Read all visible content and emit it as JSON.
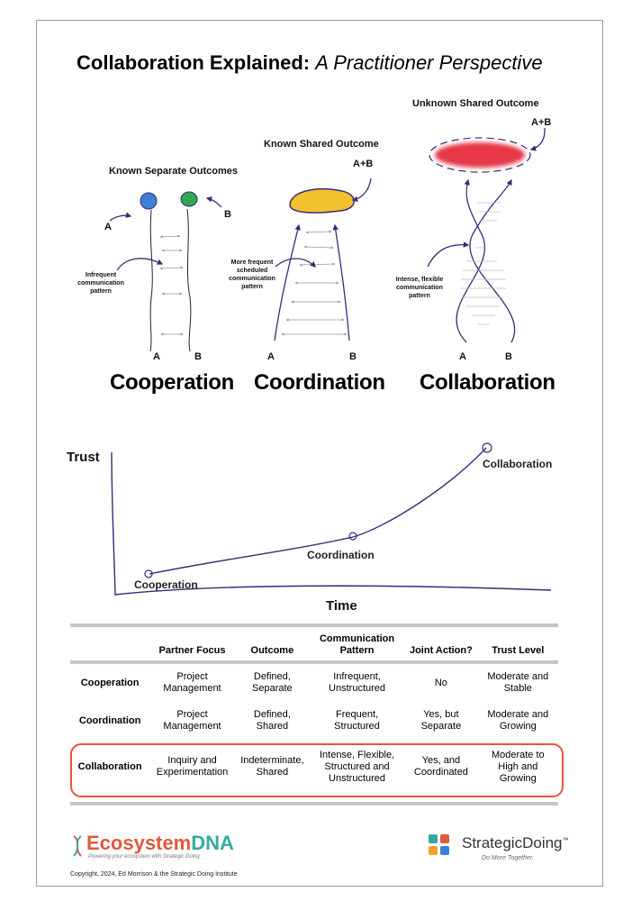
{
  "title": {
    "bold": "Collaboration Explained:",
    "italic": "A Practitioner Perspective"
  },
  "cooperation_sketch": {
    "heading": "Known Separate Outcomes",
    "label_a": "A",
    "label_b": "B",
    "note": "Infrequent communication pattern",
    "bottom_a": "A",
    "bottom_b": "B",
    "caption": "Cooperation"
  },
  "coordination_sketch": {
    "heading": "Known Shared Outcome",
    "outcome_label": "A+B",
    "note": "More frequent scheduled communication pattern",
    "bottom_a": "A",
    "bottom_b": "B",
    "caption": "Coordination"
  },
  "collaboration_sketch": {
    "heading": "Unknown Shared Outcome",
    "outcome_label": "A+B",
    "note": "Intense, flexible communication pattern",
    "bottom_a": "A",
    "bottom_b": "B",
    "caption": "Collaboration"
  },
  "trust_graph": {
    "y_label": "Trust",
    "x_label": "Time",
    "points": [
      "Cooperation",
      "Coordination",
      "Collaboration"
    ]
  },
  "table": {
    "headers": [
      "",
      "Partner Focus",
      "Outcome",
      "Communication Pattern",
      "Joint Action?",
      "Trust Level"
    ],
    "rows": [
      [
        "Cooperation",
        "Project Management",
        "Defined, Separate",
        "Infrequent, Unstructured",
        "No",
        "Moderate and Stable"
      ],
      [
        "Coordination",
        "Project Management",
        "Defined, Shared",
        "Frequent, Structured",
        "Yes, but Separate",
        "Moderate and Growing"
      ],
      [
        "Collaboration",
        "Inquiry and Experimentation",
        "Indeterminate, Shared",
        "Intense, Flexible, Structured and Unstructured",
        "Yes, and Coordinated",
        "Moderate to High and Growing"
      ]
    ]
  },
  "footer": {
    "left_logo_part1": "Ecosystem",
    "left_logo_part2": "DNA",
    "left_tagline": "Powering your ecosystem with Strategic Doing",
    "right_logo": "StrategicDoing",
    "right_tm": "™",
    "right_tagline": "Do More Together.",
    "copyright": "Copyright, 2024, Ed Morrison & the Strategic Doing Institute"
  },
  "colors": {
    "ink": "#3a2a7a",
    "blue_dot": "#3b7fd6",
    "green_dot": "#2fa84f",
    "yellow_blob": "#f2c12e",
    "red_cloud": "#e63946",
    "highlight_border": "#e8543a",
    "ecosystem": "#e05a3d",
    "dna": "#36a9a0"
  }
}
